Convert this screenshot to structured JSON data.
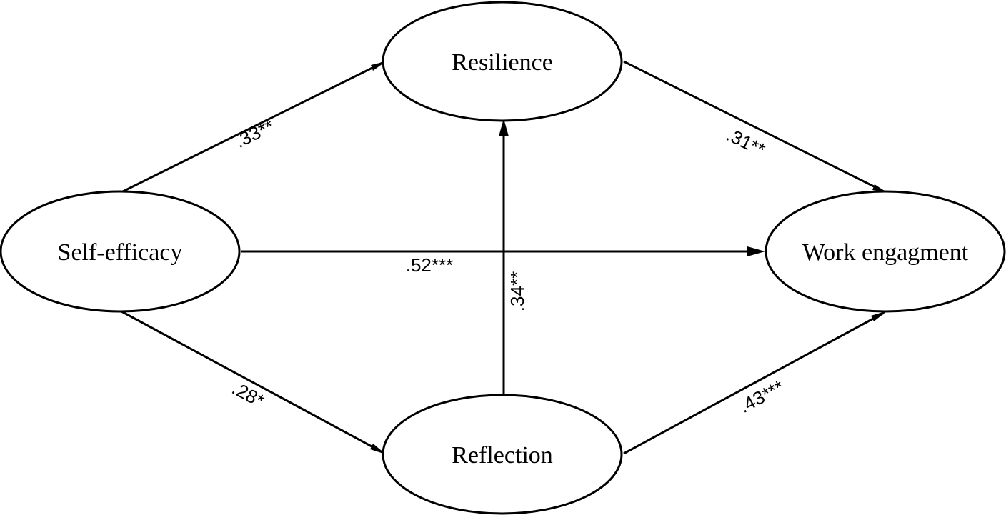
{
  "nodes": {
    "self_efficacy": {
      "label": "Self-efficacy"
    },
    "resilience": {
      "label": "Resilience"
    },
    "reflection": {
      "label": "Reflection"
    },
    "work_engagement": {
      "label": "Work engagment"
    }
  },
  "paths": {
    "self_efficacy_to_resilience": {
      "coefficient": ".33**"
    },
    "resilience_to_work_engagement": {
      "coefficient": ".31**"
    },
    "self_efficacy_to_work_engagement": {
      "coefficient": ".52***"
    },
    "reflection_to_resilience": {
      "coefficient": ".34**"
    },
    "self_efficacy_to_reflection": {
      "coefficient": ".28*"
    },
    "reflection_to_work_engagement": {
      "coefficient": ".43***"
    }
  }
}
